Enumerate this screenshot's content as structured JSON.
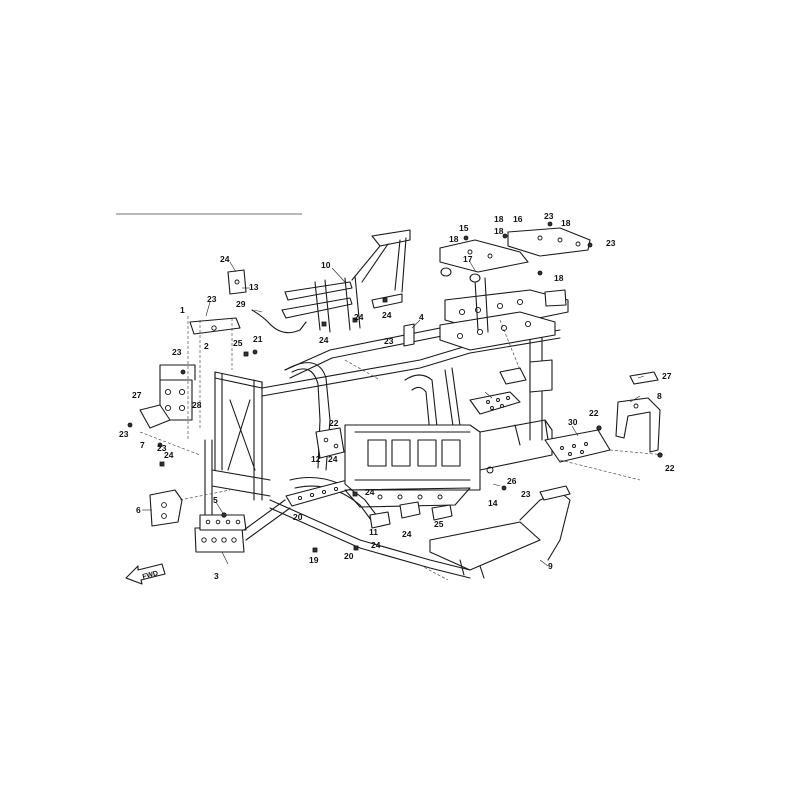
{
  "diagram": {
    "fwd_label": "FWD",
    "callouts": [
      {
        "id": "c1",
        "text": "1"
      },
      {
        "id": "c2",
        "text": "2"
      },
      {
        "id": "c3",
        "text": "3"
      },
      {
        "id": "c4",
        "text": "4"
      },
      {
        "id": "c5",
        "text": "5"
      },
      {
        "id": "c6",
        "text": "6"
      },
      {
        "id": "c7",
        "text": "7"
      },
      {
        "id": "c8",
        "text": "8"
      },
      {
        "id": "c9",
        "text": "9"
      },
      {
        "id": "c10",
        "text": "10"
      },
      {
        "id": "c11",
        "text": "11"
      },
      {
        "id": "c12",
        "text": "12"
      },
      {
        "id": "c13",
        "text": "13"
      },
      {
        "id": "c14",
        "text": "14"
      },
      {
        "id": "c15",
        "text": "15"
      },
      {
        "id": "c16",
        "text": "16"
      },
      {
        "id": "c17",
        "text": "17"
      },
      {
        "id": "c18a",
        "text": "18"
      },
      {
        "id": "c18b",
        "text": "18"
      },
      {
        "id": "c18c",
        "text": "18"
      },
      {
        "id": "c18d",
        "text": "18"
      },
      {
        "id": "c18e",
        "text": "18"
      },
      {
        "id": "c19",
        "text": "19"
      },
      {
        "id": "c20a",
        "text": "20"
      },
      {
        "id": "c20b",
        "text": "20"
      },
      {
        "id": "c21",
        "text": "21"
      },
      {
        "id": "c22a",
        "text": "22"
      },
      {
        "id": "c22b",
        "text": "22"
      },
      {
        "id": "c22c",
        "text": "22"
      },
      {
        "id": "c23a",
        "text": "23"
      },
      {
        "id": "c23b",
        "text": "23"
      },
      {
        "id": "c23c",
        "text": "23"
      },
      {
        "id": "c23d",
        "text": "23"
      },
      {
        "id": "c23e",
        "text": "23"
      },
      {
        "id": "c23f",
        "text": "23"
      },
      {
        "id": "c23g",
        "text": "23"
      },
      {
        "id": "c23h",
        "text": "23"
      },
      {
        "id": "c24a",
        "text": "24"
      },
      {
        "id": "c24b",
        "text": "24"
      },
      {
        "id": "c24c",
        "text": "24"
      },
      {
        "id": "c24d",
        "text": "24"
      },
      {
        "id": "c24e",
        "text": "24"
      },
      {
        "id": "c24f",
        "text": "24"
      },
      {
        "id": "c24g",
        "text": "24"
      },
      {
        "id": "c24h",
        "text": "24"
      },
      {
        "id": "c24i",
        "text": "24"
      },
      {
        "id": "c25a",
        "text": "25"
      },
      {
        "id": "c25b",
        "text": "25"
      },
      {
        "id": "c26",
        "text": "26"
      },
      {
        "id": "c27a",
        "text": "27"
      },
      {
        "id": "c27b",
        "text": "27"
      },
      {
        "id": "c28",
        "text": "28"
      },
      {
        "id": "c29",
        "text": "29"
      },
      {
        "id": "c30",
        "text": "30"
      }
    ]
  }
}
